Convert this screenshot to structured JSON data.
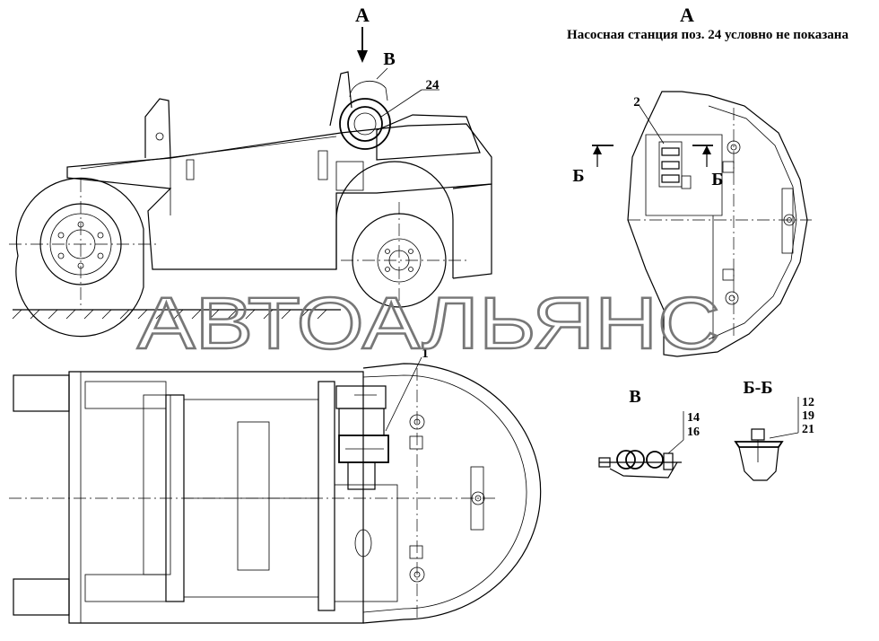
{
  "view_a": {
    "letter": "А",
    "caption": "Насосная станция поз. 24 условно не показана"
  },
  "side_view": {
    "arrow_label": "А",
    "callout_v": "В",
    "callout_24": "24"
  },
  "detail_a": {
    "callout_2": "2",
    "section_left": "Б",
    "section_right": "Б"
  },
  "plan_view": {
    "callout_1": "1"
  },
  "detail_v": {
    "title": "В",
    "parts": [
      "14",
      "16"
    ]
  },
  "section_bb": {
    "title": "Б-Б",
    "parts": [
      "12",
      "19",
      "21"
    ]
  },
  "watermark": "АВТОАЛЬЯНС"
}
